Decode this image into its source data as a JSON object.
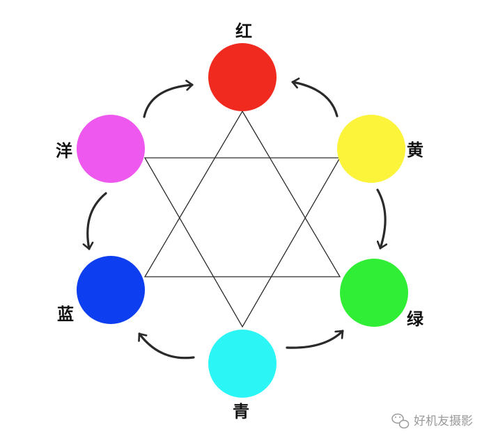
{
  "colors": [
    {
      "id": "red",
      "label": "红",
      "hex": "#f02a1e"
    },
    {
      "id": "yellow",
      "label": "黄",
      "hex": "#fbf43a"
    },
    {
      "id": "green",
      "label": "绿",
      "hex": "#30ee36"
    },
    {
      "id": "cyan",
      "label": "青",
      "hex": "#2cf5f5"
    },
    {
      "id": "blue",
      "label": "蓝",
      "hex": "#0d3ff0"
    },
    {
      "id": "magenta",
      "label": "洋",
      "hex": "#ee58ee"
    }
  ],
  "watermark": {
    "text": "好机友摄影",
    "icon": "wechat-icon"
  }
}
